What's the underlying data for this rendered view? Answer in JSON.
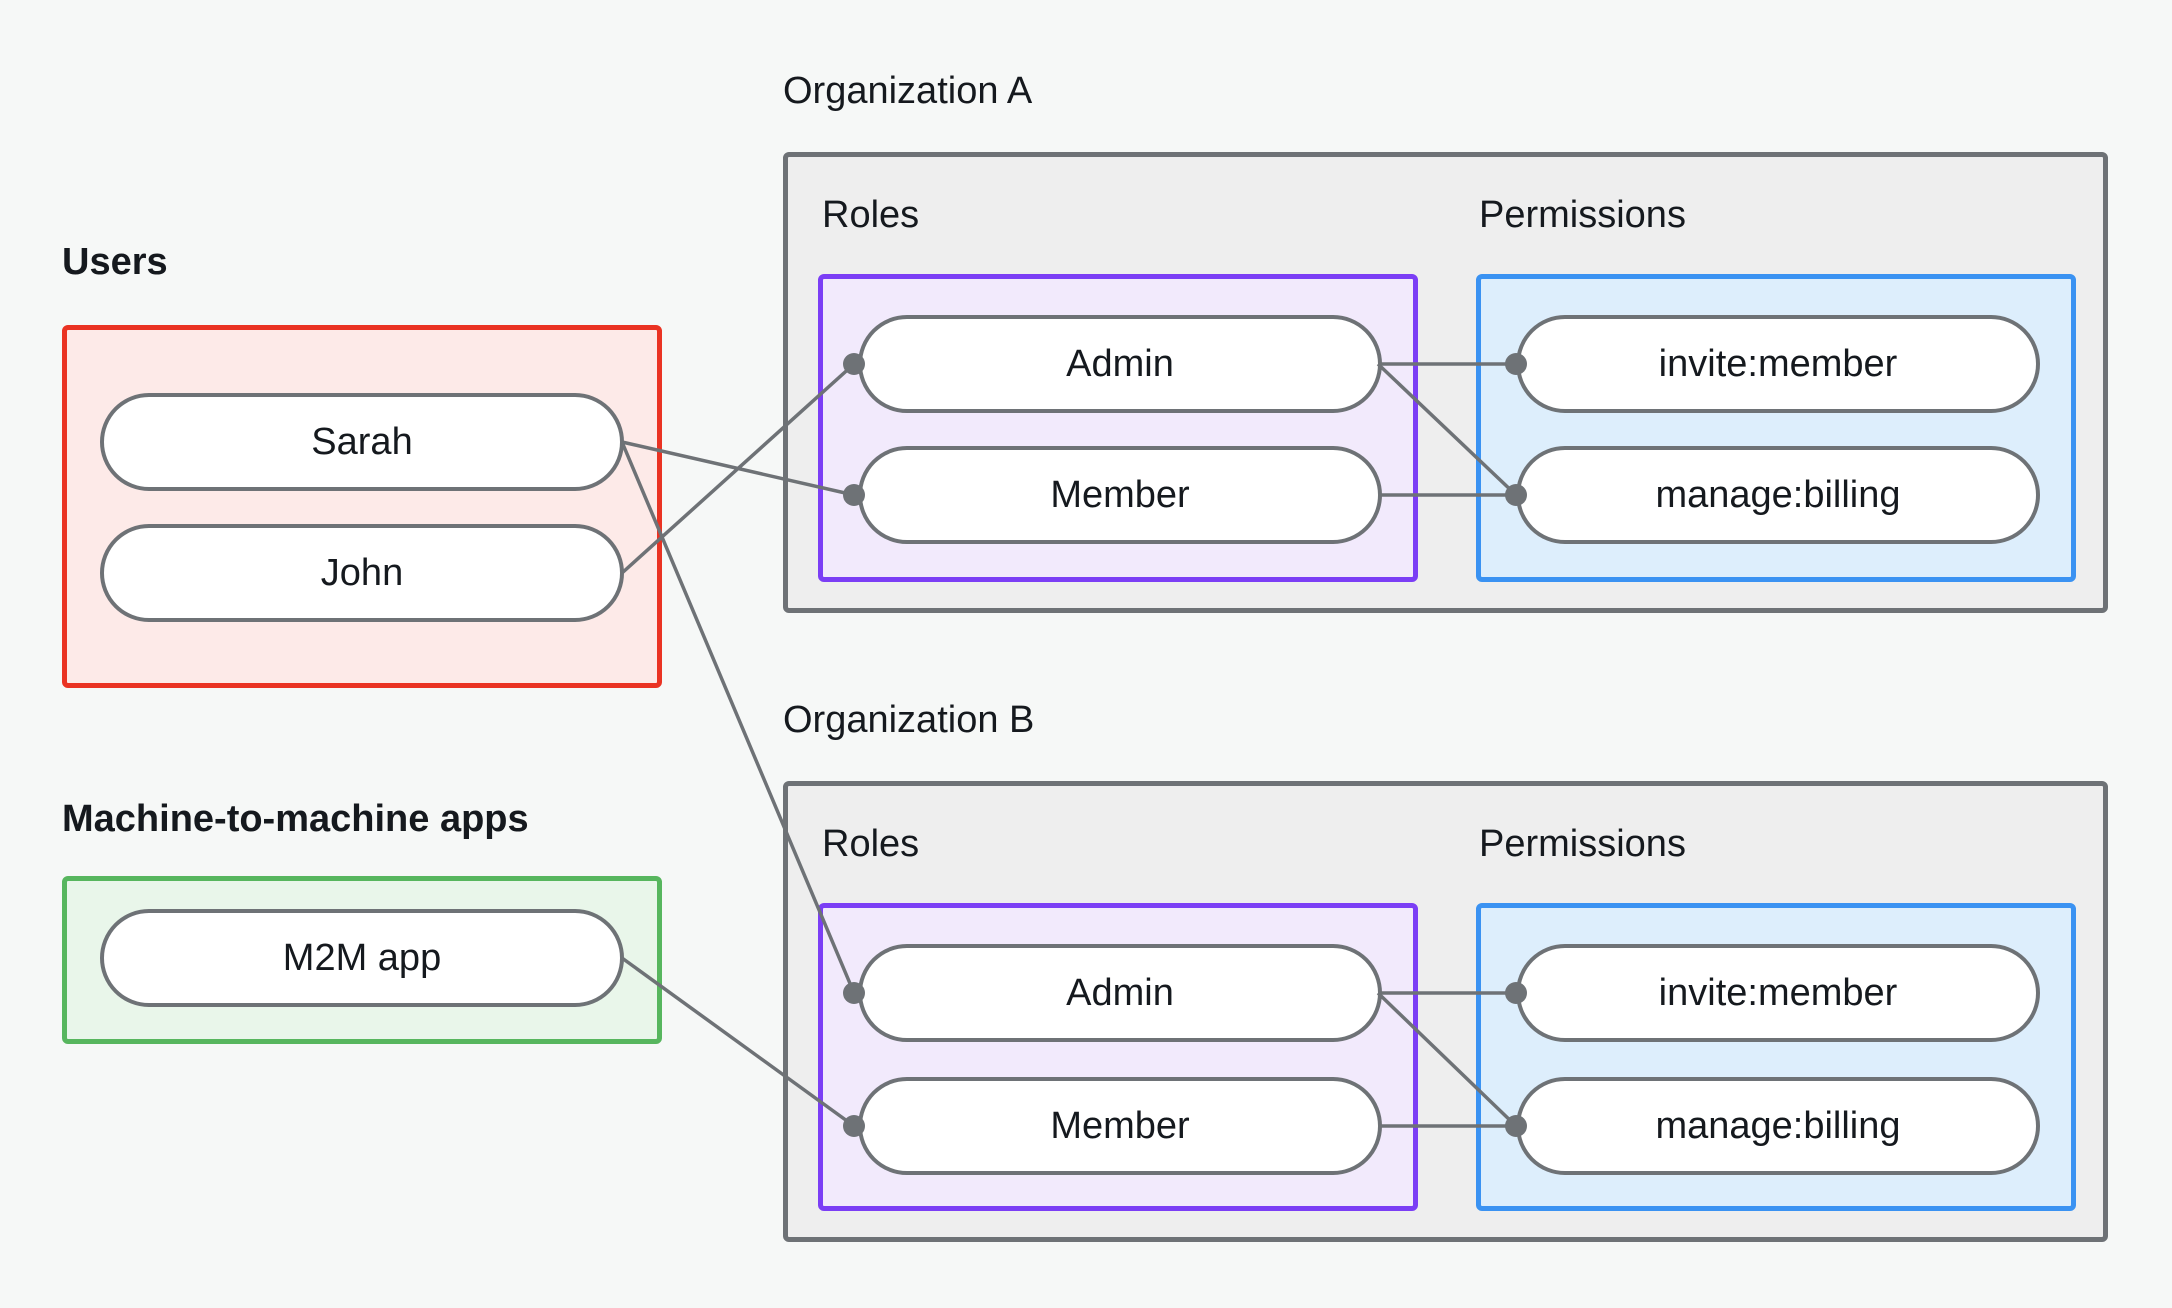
{
  "diagram": {
    "title_users": "Users",
    "title_m2m": "Machine-to-machine apps",
    "title_org_a": "Organization A",
    "title_org_b": "Organization B",
    "label_roles": "Roles",
    "label_permissions": "Permissions",
    "colors": {
      "background": "#f6f8f7",
      "users_border": "#ea3323",
      "users_fill": "#fdeae8",
      "m2m_border": "#57b65e",
      "m2m_fill": "#e9f6ea",
      "org_border": "#6e7276",
      "org_fill": "#eeeeee",
      "roles_border": "#7b3ef5",
      "roles_fill": "#f2eafc",
      "perms_border": "#3a92f2",
      "perms_fill": "#ddeefc",
      "node_border": "#6e7276",
      "node_fill": "#ffffff",
      "edge": "#6e7276",
      "text": "#15191e"
    },
    "users": [
      {
        "id": "sarah",
        "label": "Sarah"
      },
      {
        "id": "john",
        "label": "John"
      }
    ],
    "m2m_apps": [
      {
        "id": "m2m-app",
        "label": "M2M app"
      }
    ],
    "org_a": {
      "name": "Organization A",
      "roles_label": "Roles",
      "permissions_label": "Permissions",
      "roles": [
        {
          "id": "a-admin",
          "label": "Admin"
        },
        {
          "id": "a-member",
          "label": "Member"
        }
      ],
      "permissions": [
        {
          "id": "a-invite",
          "label": "invite:member"
        },
        {
          "id": "a-billing",
          "label": "manage:billing"
        }
      ]
    },
    "org_b": {
      "name": "Organization B",
      "roles_label": "Roles",
      "permissions_label": "Permissions",
      "roles": [
        {
          "id": "b-admin",
          "label": "Admin"
        },
        {
          "id": "b-member",
          "label": "Member"
        }
      ],
      "permissions": [
        {
          "id": "b-invite",
          "label": "invite:member"
        },
        {
          "id": "b-billing",
          "label": "manage:billing"
        }
      ]
    },
    "connections": [
      {
        "from": "sarah",
        "to": "a-member"
      },
      {
        "from": "sarah",
        "to": "b-admin"
      },
      {
        "from": "john",
        "to": "a-admin"
      },
      {
        "from": "a-admin",
        "to": "a-invite"
      },
      {
        "from": "a-admin",
        "to": "a-billing"
      },
      {
        "from": "a-member",
        "to": "a-billing"
      },
      {
        "from": "m2m-app",
        "to": "b-member"
      },
      {
        "from": "b-admin",
        "to": "b-invite"
      },
      {
        "from": "b-admin",
        "to": "b-billing"
      },
      {
        "from": "b-member",
        "to": "b-billing"
      }
    ]
  }
}
